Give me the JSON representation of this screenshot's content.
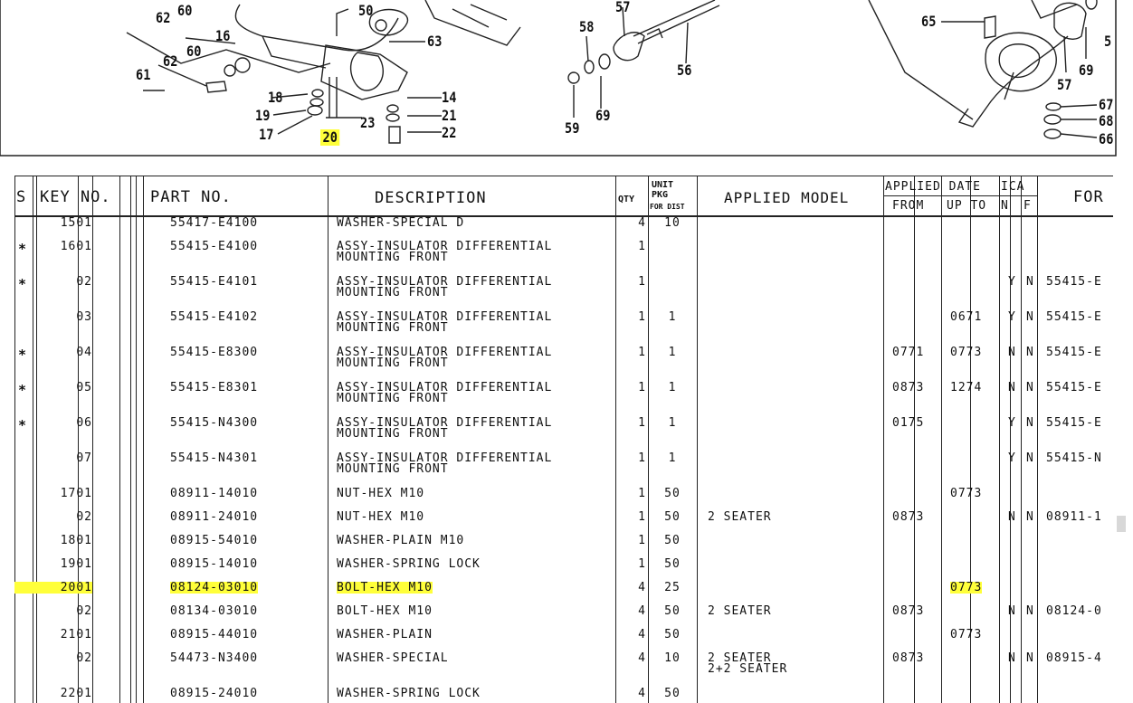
{
  "header": {
    "s": "S",
    "key_no": "KEY NO.",
    "part_no": "PART  NO.",
    "description": "DESCRIPTION",
    "qty": "QTY",
    "unit_pkg": [
      "UNIT",
      "PKG",
      "FOR DIST"
    ],
    "applied_model": "APPLIED MODEL",
    "applied_date": "APPLIED DATE",
    "from": "FROM",
    "up_to": "UP TO",
    "ica": "ICA",
    "n": "N",
    "f": "F",
    "for": "FOR"
  },
  "callouts": {
    "c62a": "62",
    "c60a": "60",
    "c50": "50",
    "c16": "16",
    "c63": "63",
    "c60b": "60",
    "c62b": "62",
    "c61": "61",
    "c18": "18",
    "c14": "14",
    "c19": "19",
    "c21": "21",
    "c17": "17",
    "c23": "23",
    "c22": "22",
    "c20": "20",
    "c57a": "57",
    "c58": "58",
    "c56": "56",
    "c59": "59",
    "c69a": "69",
    "c65": "65",
    "c69b": "69",
    "c57b": "57",
    "c5": "5",
    "c67": "67",
    "c68": "68",
    "c66": "66"
  },
  "rows": [
    {
      "s": "",
      "key": "1501",
      "part": "55417-E4100",
      "desc": "WASHER-SPECIAL D",
      "desc2": "",
      "qty": "4",
      "unit": "10",
      "model": "",
      "model2": "",
      "from": "",
      "upto": "",
      "n": "",
      "f": "",
      "for": ""
    },
    {
      "s": "*",
      "key": "1601",
      "part": "55415-E4100",
      "desc": "ASSY-INSULATOR DIFFERENTIAL",
      "desc2": "MOUNTING FRONT",
      "qty": "1",
      "unit": "",
      "model": "",
      "model2": "",
      "from": "",
      "upto": "",
      "n": "",
      "f": "",
      "for": ""
    },
    {
      "s": "*",
      "key": "02",
      "part": "55415-E4101",
      "desc": "ASSY-INSULATOR DIFFERENTIAL",
      "desc2": "MOUNTING FRONT",
      "qty": "1",
      "unit": "",
      "model": "",
      "model2": "",
      "from": "",
      "upto": "",
      "n": "Y",
      "f": "N",
      "for": "55415-E"
    },
    {
      "s": "",
      "key": "03",
      "part": "55415-E4102",
      "desc": "ASSY-INSULATOR DIFFERENTIAL",
      "desc2": "MOUNTING FRONT",
      "qty": "1",
      "unit": "1",
      "model": "",
      "model2": "",
      "from": "",
      "upto": "0671",
      "n": "Y",
      "f": "N",
      "for": "55415-E"
    },
    {
      "s": "*",
      "key": "04",
      "part": "55415-E8300",
      "desc": "ASSY-INSULATOR DIFFERENTIAL",
      "desc2": "MOUNTING FRONT",
      "qty": "1",
      "unit": "1",
      "model": "",
      "model2": "",
      "from": "0771",
      "upto": "0773",
      "n": "N",
      "f": "N",
      "for": "55415-E"
    },
    {
      "s": "*",
      "key": "05",
      "part": "55415-E8301",
      "desc": "ASSY-INSULATOR DIFFERENTIAL",
      "desc2": "MOUNTING FRONT",
      "qty": "1",
      "unit": "1",
      "model": "",
      "model2": "",
      "from": "0873",
      "upto": "1274",
      "n": "N",
      "f": "N",
      "for": "55415-E"
    },
    {
      "s": "*",
      "key": "06",
      "part": "55415-N4300",
      "desc": "ASSY-INSULATOR DIFFERENTIAL",
      "desc2": "MOUNTING FRONT",
      "qty": "1",
      "unit": "1",
      "model": "",
      "model2": "",
      "from": "0175",
      "upto": "",
      "n": "Y",
      "f": "N",
      "for": "55415-E"
    },
    {
      "s": "",
      "key": "07",
      "part": "55415-N4301",
      "desc": "ASSY-INSULATOR DIFFERENTIAL",
      "desc2": "MOUNTING FRONT",
      "qty": "1",
      "unit": "1",
      "model": "",
      "model2": "",
      "from": "",
      "upto": "",
      "n": "Y",
      "f": "N",
      "for": "55415-N"
    },
    {
      "s": "",
      "key": "1701",
      "part": "08911-14010",
      "desc": "NUT-HEX M10",
      "desc2": "",
      "qty": "1",
      "unit": "50",
      "model": "",
      "model2": "",
      "from": "",
      "upto": "0773",
      "n": "",
      "f": "",
      "for": ""
    },
    {
      "s": "",
      "key": "02",
      "part": "08911-24010",
      "desc": "NUT-HEX M10",
      "desc2": "",
      "qty": "1",
      "unit": "50",
      "model": "2 SEATER",
      "model2": "",
      "from": "0873",
      "upto": "",
      "n": "N",
      "f": "N",
      "for": "08911-1"
    },
    {
      "s": "",
      "key": "1801",
      "part": "08915-54010",
      "desc": "WASHER-PLAIN M10",
      "desc2": "",
      "qty": "1",
      "unit": "50",
      "model": "",
      "model2": "",
      "from": "",
      "upto": "",
      "n": "",
      "f": "",
      "for": ""
    },
    {
      "s": "",
      "key": "1901",
      "part": "08915-14010",
      "desc": "WASHER-SPRING LOCK",
      "desc2": "",
      "qty": "1",
      "unit": "50",
      "model": "",
      "model2": "",
      "from": "",
      "upto": "",
      "n": "",
      "f": "",
      "for": ""
    },
    {
      "s": "",
      "key": "2001",
      "part": "08124-03010",
      "desc": "BOLT-HEX M10",
      "desc2": "",
      "qty": "4",
      "unit": "25",
      "model": "",
      "model2": "",
      "from": "",
      "upto": "0773",
      "n": "",
      "f": "",
      "for": "",
      "highlight": true
    },
    {
      "s": "",
      "key": "02",
      "part": "08134-03010",
      "desc": "BOLT-HEX M10",
      "desc2": "",
      "qty": "4",
      "unit": "50",
      "model": "2 SEATER",
      "model2": "",
      "from": "0873",
      "upto": "",
      "n": "N",
      "f": "N",
      "for": "08124-0"
    },
    {
      "s": "",
      "key": "2101",
      "part": "08915-44010",
      "desc": "WASHER-PLAIN",
      "desc2": "",
      "qty": "4",
      "unit": "50",
      "model": "",
      "model2": "",
      "from": "",
      "upto": "0773",
      "n": "",
      "f": "",
      "for": ""
    },
    {
      "s": "",
      "key": "02",
      "part": "54473-N3400",
      "desc": "WASHER-SPECIAL",
      "desc2": "",
      "qty": "4",
      "unit": "10",
      "model": "2 SEATER",
      "model2": "2+2 SEATER",
      "from": "0873",
      "upto": "",
      "n": "N",
      "f": "N",
      "for": "08915-4"
    },
    {
      "s": "",
      "key": "2201",
      "part": "08915-24010",
      "desc": "WASHER-SPRING LOCK",
      "desc2": "",
      "qty": "4",
      "unit": "50",
      "model": "",
      "model2": "",
      "from": "",
      "upto": "",
      "n": "",
      "f": "",
      "for": ""
    }
  ],
  "colors": {
    "highlight": "#ffff3a",
    "ink": "#111111"
  }
}
